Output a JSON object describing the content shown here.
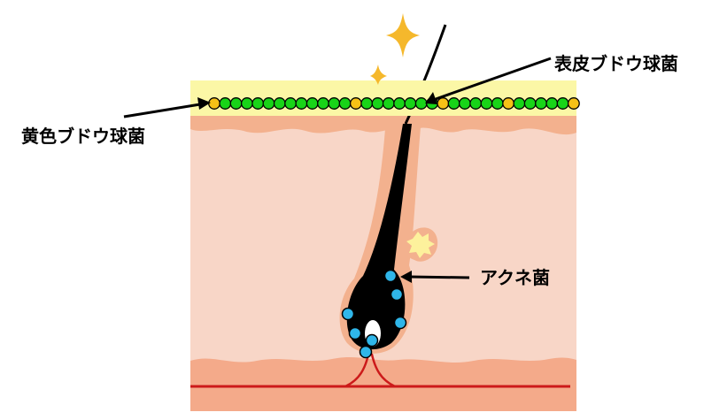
{
  "labels": {
    "staph_aureus": "黄色ブドウ球菌",
    "staph_epidermidis": "表皮ブドウ球菌",
    "acne_bacteria": "アクネ菌"
  },
  "colors": {
    "surface_layer": "#fbf7a6",
    "skin_light": "#f8d6c7",
    "skin_edge": "#f3b18e",
    "dermis": "#f4aa8a",
    "hair": "#000000",
    "sebaceous_gland": "#fdf19c",
    "green_bacteria": "#18d418",
    "yellow_bacteria": "#f6c116",
    "blue_bacteria": "#2fb6e9",
    "blood_vessel": "#cc1a1a",
    "sparkle": "#f5b82c"
  },
  "bacteria_row": [
    "yellow",
    "green",
    "green",
    "green",
    "green",
    "green",
    "green",
    "green",
    "green",
    "green",
    "green",
    "green",
    "green",
    "yellow",
    "green",
    "green",
    "green",
    "green",
    "green",
    "green",
    "green",
    "yellow",
    "green",
    "green",
    "green",
    "green",
    "green",
    "yellow",
    "green",
    "green",
    "green",
    "green",
    "green",
    "yellow"
  ],
  "icons": {
    "sparkle": "sparkle-icon"
  }
}
